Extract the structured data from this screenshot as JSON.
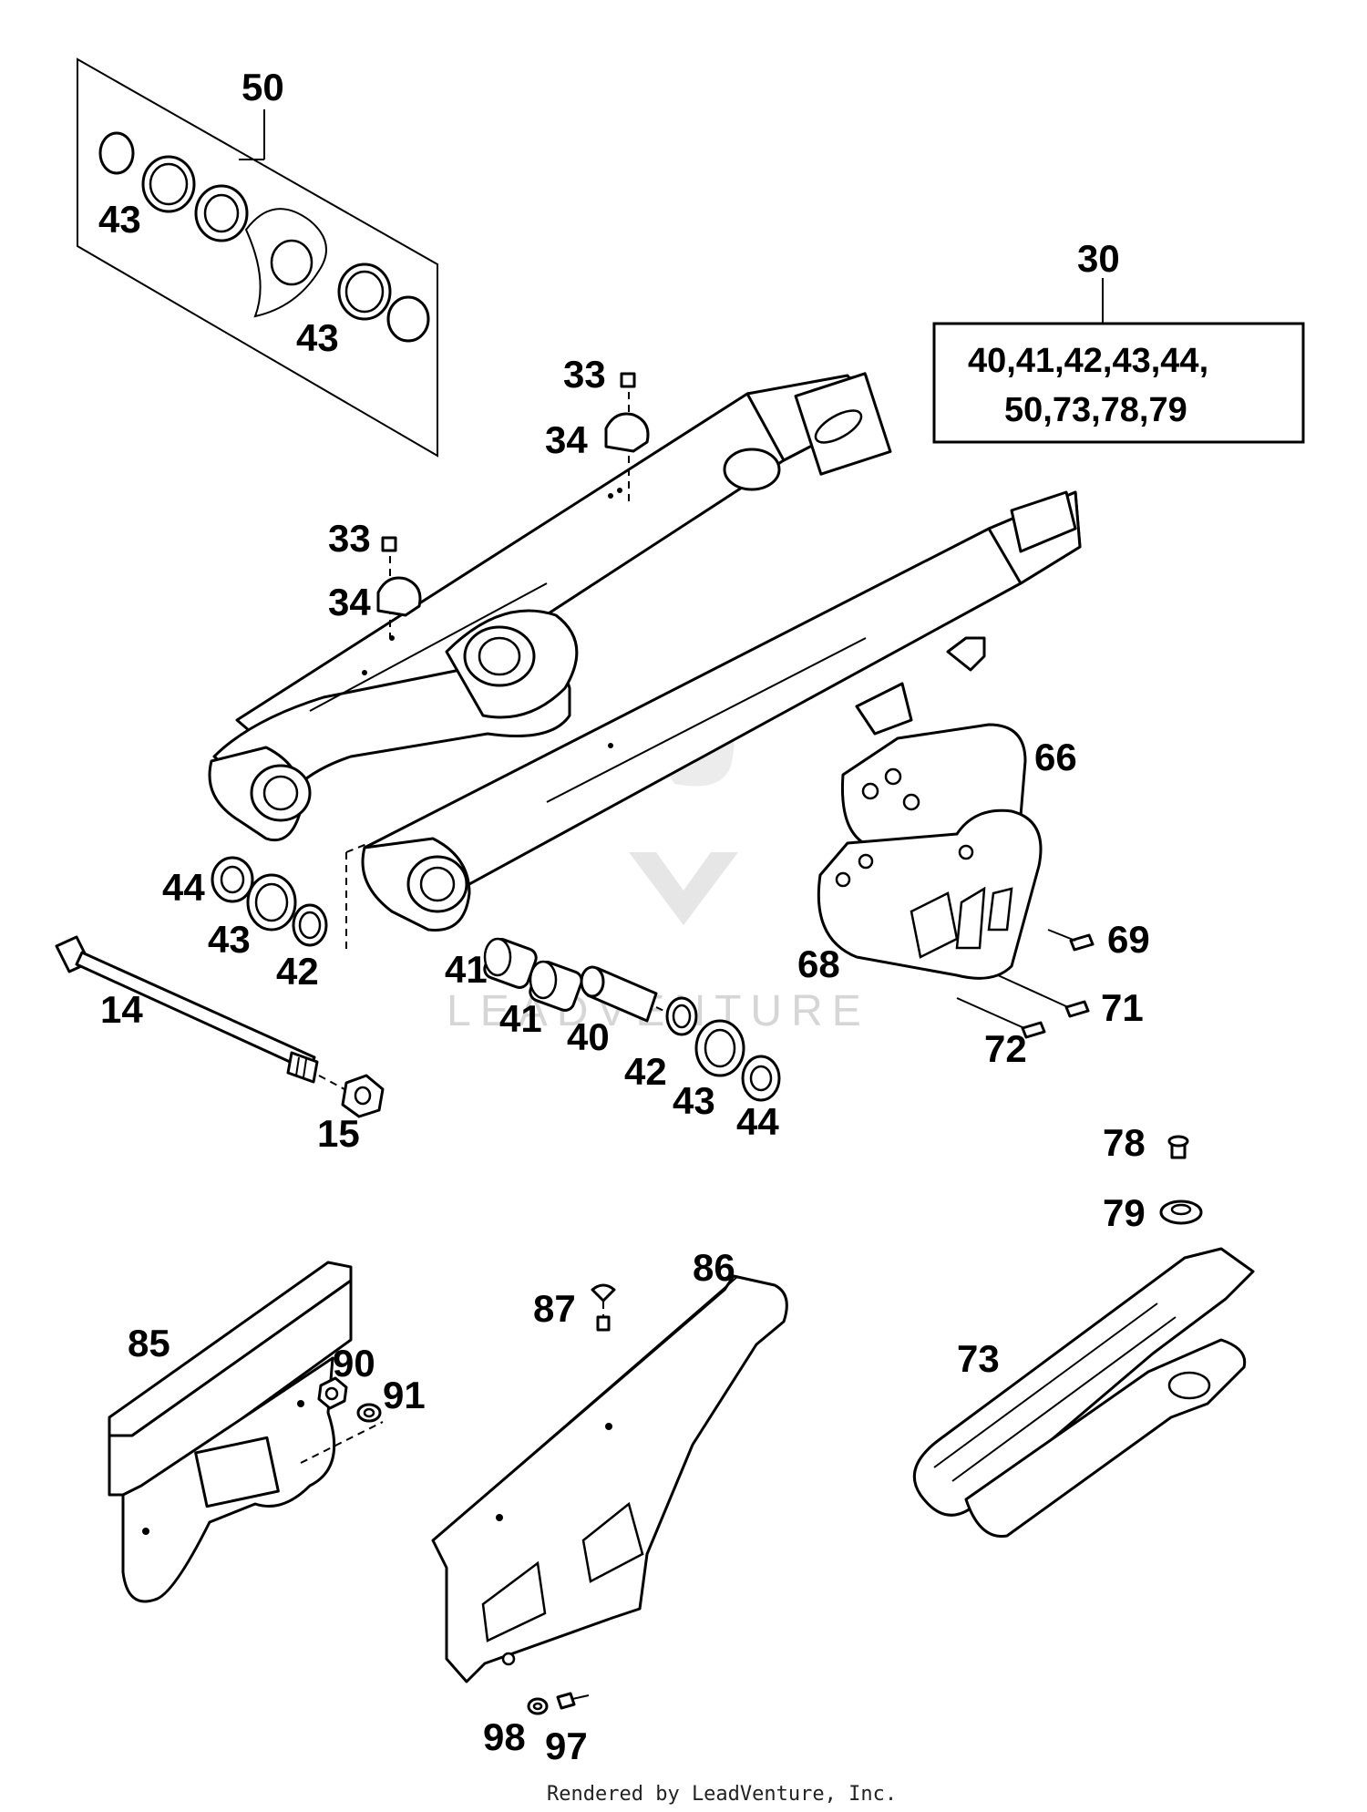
{
  "callouts": {
    "c50": "50",
    "c43a": "43",
    "c43b": "43",
    "c30": "30",
    "kit_line1": "40,41,42,43,44,",
    "kit_line2": "50,73,78,79",
    "c33a": "33",
    "c34a": "34",
    "c33b": "33",
    "c34b": "34",
    "c66": "66",
    "c68": "68",
    "c69": "69",
    "c71": "71",
    "c72": "72",
    "c44a": "44",
    "c43c": "43",
    "c42a": "42",
    "c14": "14",
    "c15": "15",
    "c41a": "41",
    "c41b": "41",
    "c40": "40",
    "c42b": "42",
    "c43d": "43",
    "c44b": "44",
    "c78": "78",
    "c79": "79",
    "c73": "73",
    "c85": "85",
    "c90": "90",
    "c91": "91",
    "c86": "86",
    "c87": "87",
    "c98": "98",
    "c97": "97"
  },
  "watermark": "LEADVENTURE",
  "footer": "Rendered by LeadVenture, Inc."
}
